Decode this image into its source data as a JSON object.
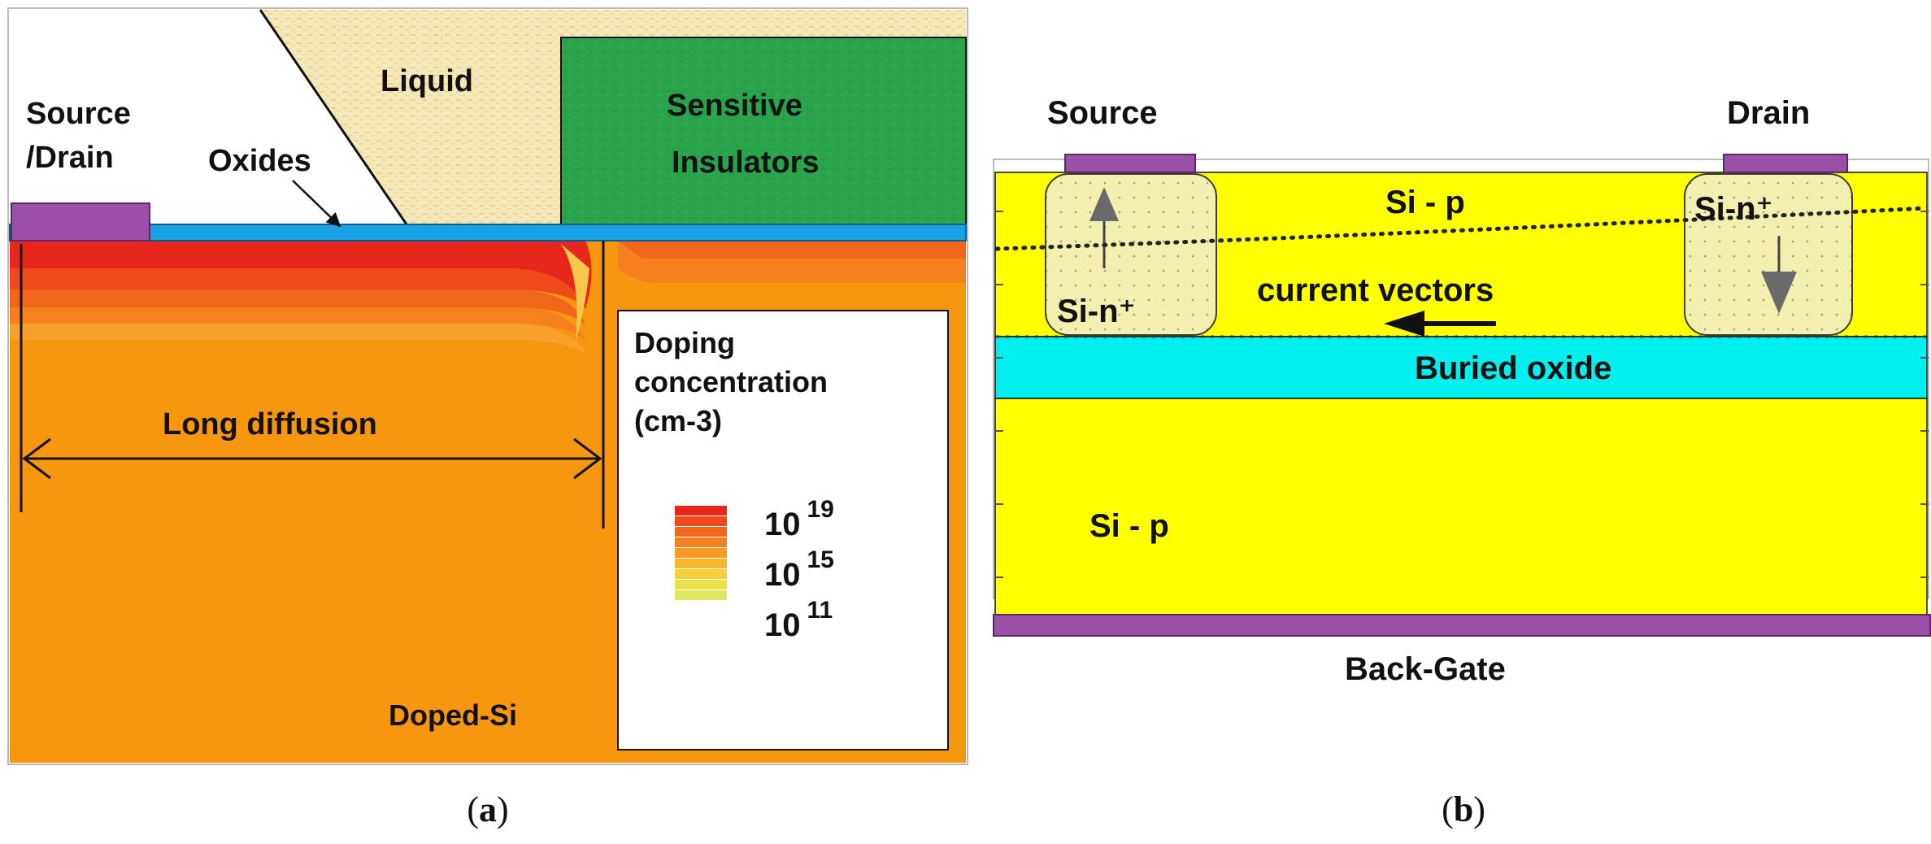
{
  "panel_a": {
    "labels": {
      "source_drain_1": "Source",
      "source_drain_2": "/Drain",
      "oxides": "Oxides",
      "liquid": "Liquid",
      "sensitive_1": "Sensitive",
      "sensitive_2": "Insulators",
      "long_diffusion": "Long diffusion",
      "doped_si": "Doped-Si"
    },
    "legend": {
      "title_1": "Doping",
      "title_2": "concentration",
      "title_3": "(cm-3)",
      "ticks": [
        {
          "base": "10",
          "exp": "19"
        },
        {
          "base": "10",
          "exp": "15"
        },
        {
          "base": "10",
          "exp": "11"
        }
      ],
      "swatch_colors": [
        "#e8261b",
        "#ee4a1c",
        "#f2661c",
        "#f5801e",
        "#f69c24",
        "#f8b62c",
        "#f6cf3a",
        "#eedf4e",
        "#dfe862"
      ]
    },
    "caption": {
      "open": "(",
      "letter": "a",
      "close": ")"
    },
    "colors": {
      "substrate": "#f7960f",
      "oxide": "#1aa2e6",
      "contact": "#9b4fa8",
      "insulator": "#28a24b",
      "liquid": "#f3e7b6"
    }
  },
  "panel_b": {
    "labels": {
      "source": "Source",
      "drain": "Drain",
      "si_p_top": "Si - p",
      "si_n_left": "Si-n⁺",
      "si_n_right": "Si-n⁺",
      "current_vectors": "current vectors",
      "buried_oxide": "Buried oxide",
      "si_p_bottom": "Si - p",
      "back_gate": "Back-Gate"
    },
    "caption": {
      "open": "(",
      "letter": "b",
      "close": ")"
    },
    "colors": {
      "silicon": "#ffff00",
      "buried_oxide": "#00f0f0",
      "contact": "#9b4fa8"
    }
  }
}
